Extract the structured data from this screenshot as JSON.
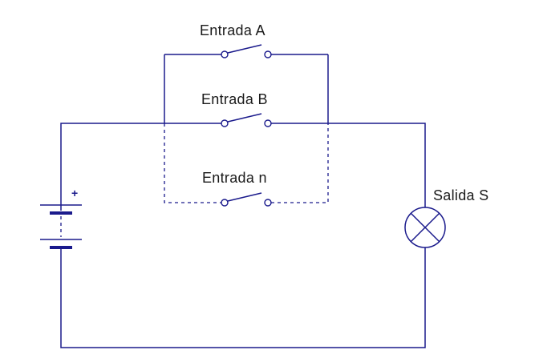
{
  "labels": {
    "input_a": "Entrada A",
    "input_b": "Entrada B",
    "input_n": "Entrada n",
    "output": "Salida S",
    "battery_plus": "+"
  },
  "colors": {
    "wire": "#1a1a8c",
    "text": "#1a1a1a",
    "background": "#ffffff"
  }
}
